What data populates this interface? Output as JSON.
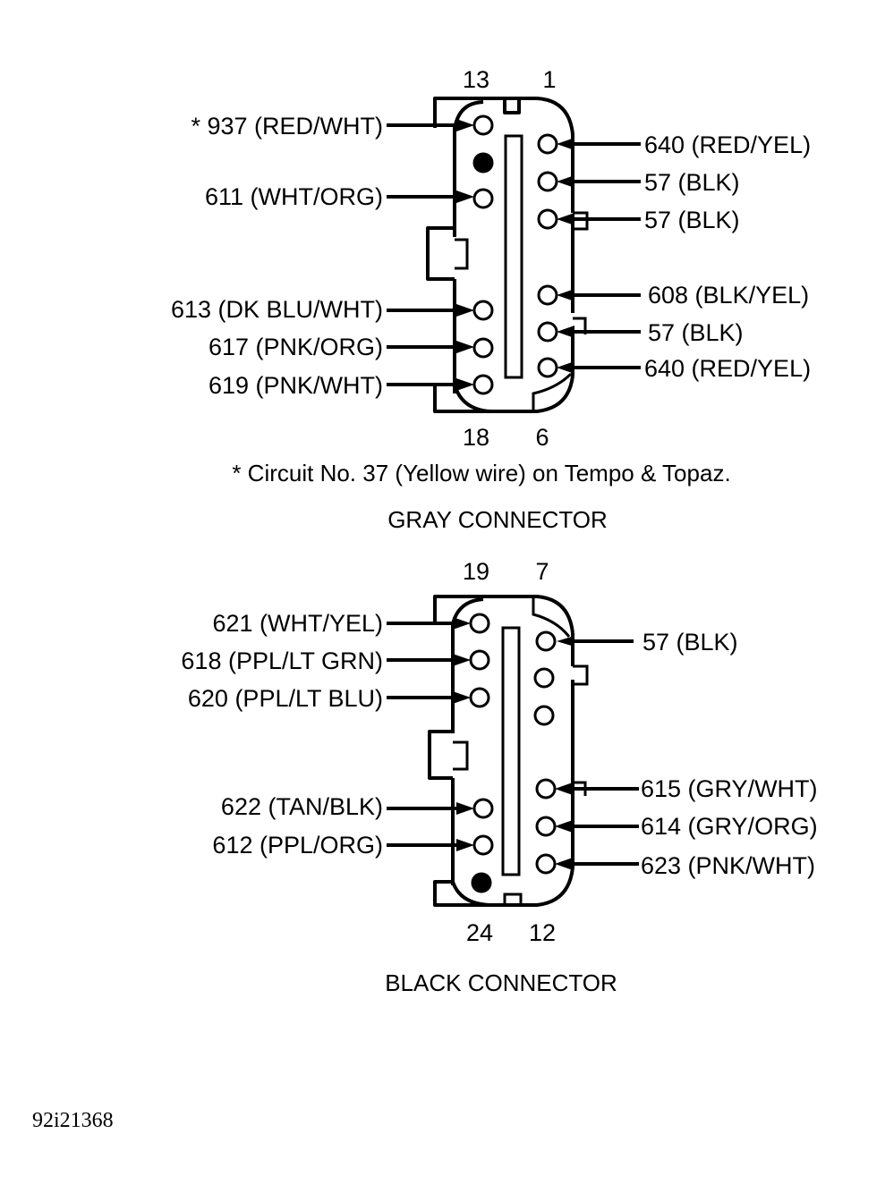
{
  "diagram": {
    "figure_id": "92i21368",
    "connectors": [
      {
        "key": "gray",
        "title": "GRAY CONNECTOR",
        "footnote": "* Circuit No. 37 (Yellow wire) on Tempo & Topaz.",
        "pin_numbers": {
          "top_left": "13",
          "top_right": "1",
          "bottom_left": "18",
          "bottom_right": "6"
        },
        "left_column": [
          {
            "row": 1,
            "pin": "open",
            "wire": "* 937 (RED/WHT)"
          },
          {
            "row": 2,
            "pin": "filled",
            "wire": null
          },
          {
            "row": 3,
            "pin": "open",
            "wire": "611 (WHT/ORG)"
          },
          {
            "row": 4,
            "pin": "open",
            "wire": "613 (DK BLU/WHT)"
          },
          {
            "row": 5,
            "pin": "open",
            "wire": "617 (PNK/ORG)"
          },
          {
            "row": 6,
            "pin": "open",
            "wire": "619 (PNK/WHT)"
          }
        ],
        "right_column": [
          {
            "row": 1,
            "pin": "open",
            "wire": "640 (RED/YEL)"
          },
          {
            "row": 2,
            "pin": "open",
            "wire": "57 (BLK)"
          },
          {
            "row": 3,
            "pin": "open",
            "wire": "57 (BLK)"
          },
          {
            "row": 4,
            "pin": "open",
            "wire": "608 (BLK/YEL)"
          },
          {
            "row": 5,
            "pin": "open",
            "wire": "57 (BLK)"
          },
          {
            "row": 6,
            "pin": "open",
            "wire": "640 (RED/YEL)"
          }
        ]
      },
      {
        "key": "black",
        "title": "BLACK CONNECTOR",
        "pin_numbers": {
          "top_left": "19",
          "top_right": "7",
          "bottom_left": "24",
          "bottom_right": "12"
        },
        "left_column": [
          {
            "row": 1,
            "pin": "open",
            "wire": "621 (WHT/YEL)"
          },
          {
            "row": 2,
            "pin": "open",
            "wire": "618 (PPL/LT GRN)"
          },
          {
            "row": 3,
            "pin": "open",
            "wire": "620 (PPL/LT BLU)"
          },
          {
            "row": 4,
            "pin": "open",
            "wire": "622 (TAN/BLK)"
          },
          {
            "row": 5,
            "pin": "open",
            "wire": "612 (PPL/ORG)"
          },
          {
            "row": 6,
            "pin": "filled",
            "wire": null
          }
        ],
        "right_column": [
          {
            "row": 1,
            "pin": "open",
            "wire": "57 (BLK)"
          },
          {
            "row": 2,
            "pin": "open",
            "wire": null
          },
          {
            "row": 3,
            "pin": "open",
            "wire": null
          },
          {
            "row": 4,
            "pin": "open",
            "wire": "615 (GRY/WHT)"
          },
          {
            "row": 5,
            "pin": "open",
            "wire": "614 (GRY/ORG)"
          },
          {
            "row": 6,
            "pin": "open",
            "wire": "623 (PNK/WHT)"
          }
        ]
      }
    ]
  }
}
